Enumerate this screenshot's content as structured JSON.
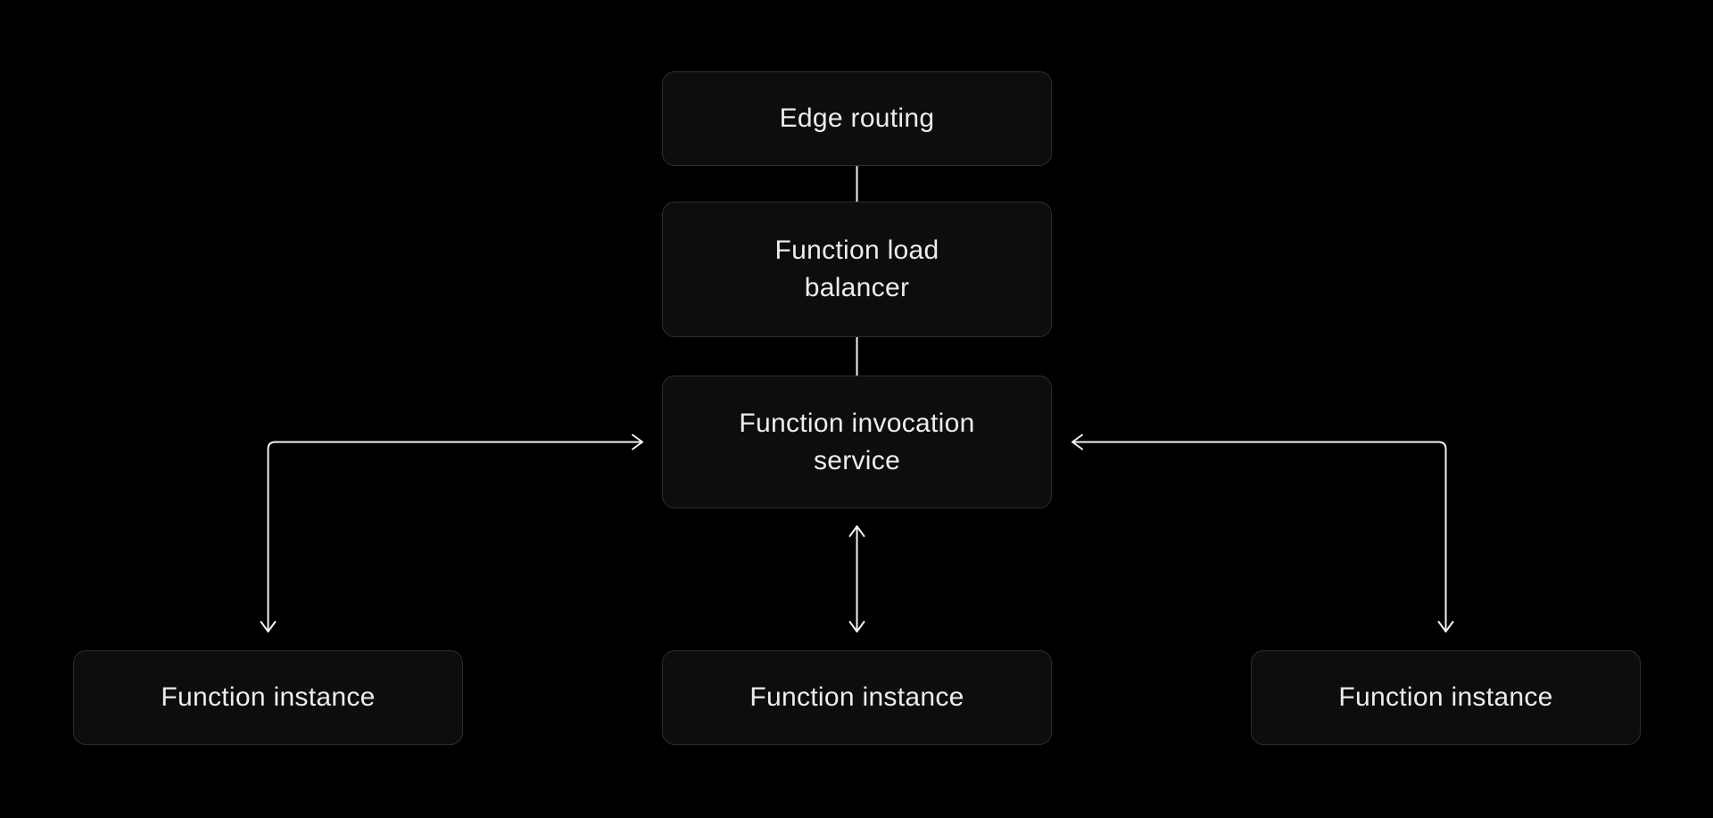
{
  "colors": {
    "background": "#000000",
    "box_fill": "#0d0d0d",
    "box_border": "#2e2e2e",
    "text": "#ededed",
    "connector": "#f2f2f2"
  },
  "diagram": {
    "type": "architecture-flow",
    "nodes": [
      {
        "id": "edge-routing",
        "label": "Edge routing",
        "lines": [
          "Edge routing"
        ]
      },
      {
        "id": "function-load-balancer",
        "label": "Function load balancer",
        "lines": [
          "Function load",
          "balancer"
        ]
      },
      {
        "id": "function-invocation-service",
        "label": "Function invocation service",
        "lines": [
          "Function invocation",
          "service"
        ]
      },
      {
        "id": "function-instance-left",
        "label": "Function instance",
        "lines": [
          "Function instance"
        ]
      },
      {
        "id": "function-instance-center",
        "label": "Function instance",
        "lines": [
          "Function instance"
        ]
      },
      {
        "id": "function-instance-right",
        "label": "Function instance",
        "lines": [
          "Function instance"
        ]
      }
    ],
    "edges": [
      {
        "from": "edge-routing",
        "to": "function-load-balancer",
        "style": "plain-line"
      },
      {
        "from": "function-load-balancer",
        "to": "function-invocation-service",
        "style": "plain-line"
      },
      {
        "from": "function-instance-left",
        "to": "function-invocation-service",
        "style": "elbow, arrowheads both ends (right into service, down into instance)"
      },
      {
        "from": "function-invocation-service",
        "to": "function-instance-center",
        "style": "vertical double-headed arrow"
      },
      {
        "from": "function-instance-right",
        "to": "function-invocation-service",
        "style": "elbow, arrowheads both ends (left into service, down into instance)"
      }
    ]
  }
}
